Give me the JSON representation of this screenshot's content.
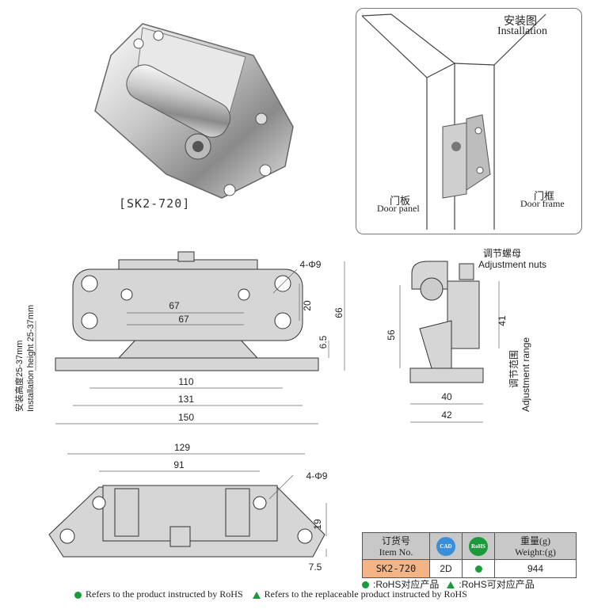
{
  "product": {
    "code": "[SK2-720]"
  },
  "installation": {
    "title_zh": "安装图",
    "title_en": "Installation",
    "door_panel_zh": "门板",
    "door_panel_en": "Door panel",
    "door_frame_zh": "门框",
    "door_frame_en": "Door frame"
  },
  "front_view": {
    "hole_label": "4-Φ9",
    "dims": [
      "67",
      "67",
      "20",
      "66",
      "6.5",
      "110",
      "131",
      "150"
    ],
    "install_height_zh": "安装高度25-37mm",
    "install_height_en": "Installation height 25-37mm"
  },
  "side_view": {
    "nut_label_zh": "调节螺母",
    "nut_label_en": "Adjustment nuts",
    "range_label_zh": "调节范围",
    "range_label_en": "Adjustment range",
    "dims": [
      "56",
      "41",
      "40",
      "42"
    ]
  },
  "bottom_view": {
    "hole_label": "4-Φ9",
    "dims": [
      "129",
      "91",
      "19",
      "7.5"
    ]
  },
  "table": {
    "col_item_zh": "订货号",
    "col_item_en": "Item No.",
    "badge_cad": "CAD",
    "badge_rohs": "RoHS",
    "col_weight_zh": "重量(g)",
    "col_weight_en": "Weight:(g)",
    "item_no": "SK2-720",
    "cad": "2D",
    "weight": "944"
  },
  "legend": {
    "rohs_zh": ":RoHS对应产品",
    "replace_zh": ":RoHS可对应产品",
    "rohs_en": "Refers to the product instructed by RoHS",
    "replace_en": "Refers to the replaceable product instructed by RoHS"
  },
  "colors": {
    "metal": "#d9d9d9",
    "outline": "#444444",
    "accent_green": "#1a9a3a",
    "table_header": "#c8c8c8",
    "item_cell": "#f3b486"
  }
}
